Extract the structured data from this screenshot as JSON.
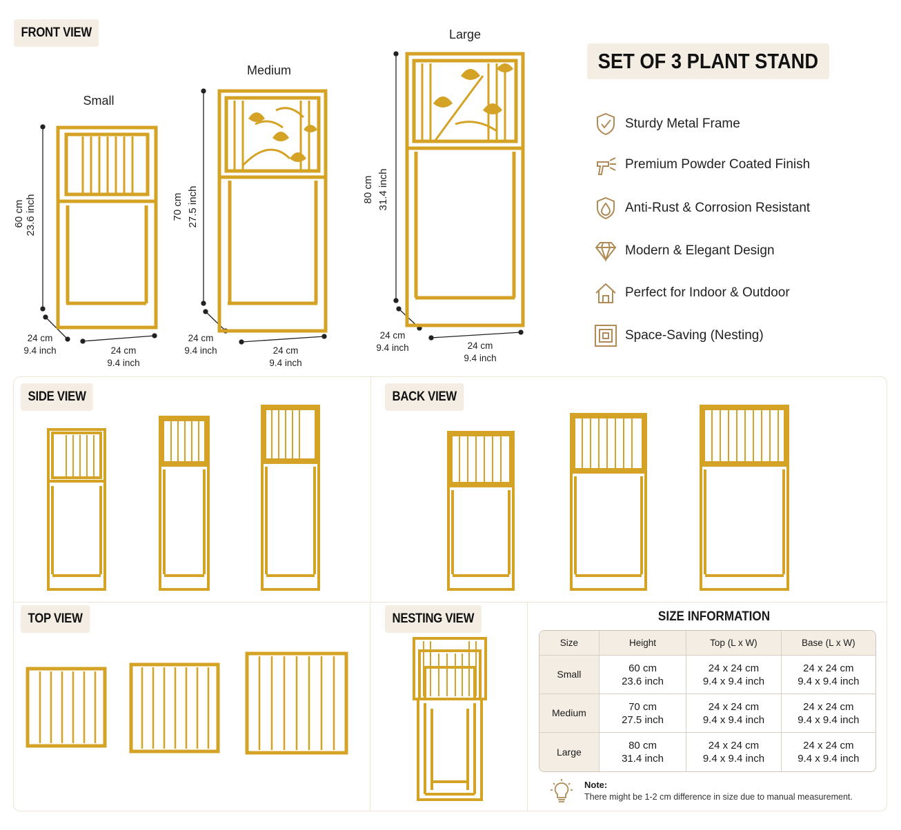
{
  "front_view": {
    "tag": "FRONT VIEW",
    "stands": [
      {
        "label": "Small",
        "height_cm": "60 cm",
        "height_in": "23.6 inch",
        "depth_cm": "24 cm",
        "depth_in": "9.4 inch",
        "width_cm": "24 cm",
        "width_in": "9.4 inch"
      },
      {
        "label": "Medium",
        "height_cm": "70 cm",
        "height_in": "27.5 inch",
        "depth_cm": "24 cm",
        "depth_in": "9.4 inch",
        "width_cm": "24 cm",
        "width_in": "9.4 inch"
      },
      {
        "label": "Large",
        "height_cm": "80 cm",
        "height_in": "31.4 inch",
        "depth_cm": "24 cm",
        "depth_in": "9.4 inch",
        "width_cm": "24 cm",
        "width_in": "9.4 inch"
      }
    ]
  },
  "title": "SET OF 3 PLANT STAND",
  "features": [
    {
      "icon": "shield-check-icon",
      "label": "Sturdy Metal Frame"
    },
    {
      "icon": "spray-gun-icon",
      "label": "Premium Powder Coated Finish"
    },
    {
      "icon": "water-drop-shield-icon",
      "label": "Anti-Rust & Corrosion Resistant"
    },
    {
      "icon": "diamond-icon",
      "label": "Modern & Elegant Design"
    },
    {
      "icon": "house-tree-icon",
      "label": "Perfect for Indoor & Outdoor"
    },
    {
      "icon": "nested-squares-icon",
      "label": "Space-Saving (Nesting)"
    }
  ],
  "side_view": {
    "tag": "SIDE VIEW"
  },
  "back_view": {
    "tag": "BACK VIEW"
  },
  "top_view": {
    "tag": "TOP VIEW"
  },
  "nesting_view": {
    "tag": "NESTING VIEW"
  },
  "size_info": {
    "title": "SIZE INFORMATION",
    "headers": [
      "Size",
      "Height",
      "Top (L x W)",
      "Base (L x W)"
    ],
    "rows": [
      {
        "size": "Small",
        "height_cm": "60 cm",
        "height_in": "23.6 inch",
        "top_cm": "24 x 24 cm",
        "top_in": "9.4 x 9.4 inch",
        "base_cm": "24 x 24 cm",
        "base_in": "9.4 x 9.4 inch"
      },
      {
        "size": "Medium",
        "height_cm": "70 cm",
        "height_in": "27.5 inch",
        "top_cm": "24 x 24 cm",
        "top_in": "9.4 x 9.4 inch",
        "base_cm": "24 x 24 cm",
        "base_in": "9.4 x 9.4 inch"
      },
      {
        "size": "Large",
        "height_cm": "80 cm",
        "height_in": "31.4 inch",
        "top_cm": "24 x 24 cm",
        "top_in": "9.4 x 9.4 inch",
        "base_cm": "24 x 24 cm",
        "base_in": "9.4 x 9.4 inch"
      }
    ],
    "note_label": "Note:",
    "note_text": "There might be 1-2 cm difference in size due to manual measurement."
  },
  "colors": {
    "gold": "#d4a326",
    "beige": "#f3ede4",
    "border": "#eee4d6"
  }
}
